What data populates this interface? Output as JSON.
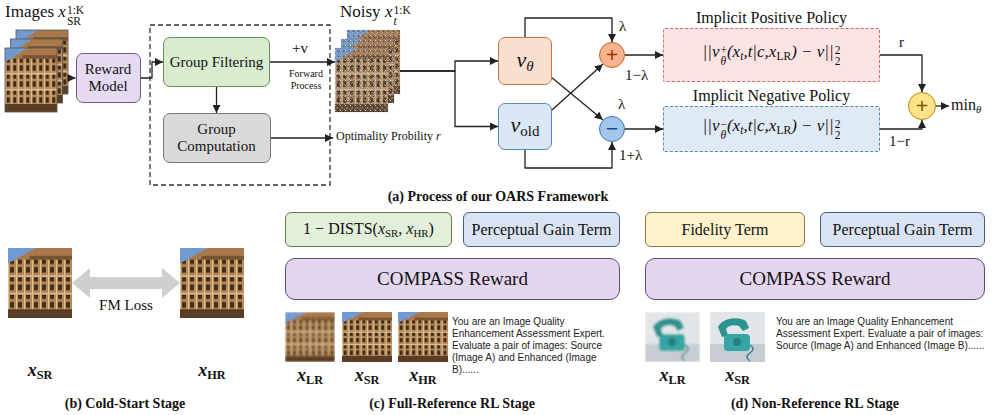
{
  "diagram": {
    "nodes": [
      {
        "text": [
          "Images",
          "x",
          "1:K",
          "SR"
        ]
      },
      {
        "text": [
          "Reward Model"
        ]
      },
      {
        "text": [
          "Group Filtering"
        ]
      },
      {
        "text": [
          "Group Computation"
        ]
      },
      {
        "text": [
          "Noisy",
          "x",
          "1:K",
          "t"
        ]
      },
      {
        "text": [
          "v",
          "θ"
        ]
      },
      {
        "text": [
          "v",
          "old"
        ]
      },
      {
        "text": [
          "+"
        ]
      },
      {
        "text": [
          "−"
        ]
      },
      {
        "text": [
          "Implicit Positive Policy",
          "||v",
          "+",
          "θ",
          "(x",
          "t",
          ",t|c,x",
          "LR",
          ") − v||",
          "2",
          "2"
        ]
      },
      {
        "text": [
          "Implicit Negative Policy",
          "||v",
          "−",
          "θ",
          "(x",
          "t",
          ",t|c,x",
          "LR",
          ") − v||",
          "2",
          "2"
        ]
      },
      {
        "text": [
          "+"
        ]
      },
      {
        "text": [
          "x",
          "SR"
        ]
      },
      {
        "text": [
          "x",
          "HR"
        ]
      },
      {
        "text": [
          "1 − DISTS(",
          "x",
          "SR",
          ", ",
          "x",
          "HR",
          ")"
        ]
      },
      {
        "text": [
          "Perceptual Gain Term"
        ]
      },
      {
        "text": [
          "COMPASS Reward"
        ]
      },
      {
        "text": [
          "x",
          "LR"
        ]
      },
      {
        "text": [
          "x",
          "SR"
        ]
      },
      {
        "text": [
          "x",
          "HR"
        ]
      },
      {
        "text": [
          "Fidelity Term"
        ]
      },
      {
        "text": [
          "Perceptual Gain Term"
        ]
      },
      {
        "text": [
          "COMPASS Reward"
        ]
      },
      {
        "text": [
          "x",
          "LR"
        ]
      },
      {
        "text": [
          "x",
          "SR"
        ]
      }
    ],
    "edges": [
      {
        "from": 0,
        "to": 1,
        "arrow": "to"
      },
      {
        "from": 1,
        "to": 2,
        "arrow": "to"
      },
      {
        "from": 2,
        "to": 3,
        "arrow": "to"
      },
      {
        "from": 2,
        "to": 4,
        "arrow": "to",
        "label": "+v"
      },
      {
        "from": 4,
        "to": 5,
        "arrow": "to"
      },
      {
        "from": 4,
        "to": 6,
        "arrow": "to"
      },
      {
        "from": 5,
        "to": 7,
        "arrow": "to",
        "label": "λ"
      },
      {
        "from": 6,
        "to": 7,
        "arrow": "to",
        "label": "1−λ"
      },
      {
        "from": 5,
        "to": 8,
        "arrow": "to",
        "label": "λ"
      },
      {
        "from": 6,
        "to": 8,
        "arrow": "to",
        "label": "1+λ"
      },
      {
        "from": 7,
        "to": 9,
        "arrow": "to"
      },
      {
        "from": 8,
        "to": 10,
        "arrow": "to"
      },
      {
        "from": 9,
        "to": 11,
        "arrow": "to",
        "label": "r"
      },
      {
        "from": 10,
        "to": 11,
        "arrow": "to",
        "label": "1−r"
      },
      {
        "from": 12,
        "to": 13,
        "arrow": "both",
        "label": "FM Loss"
      }
    ],
    "labels": [
      "Forward Process",
      "Optimality Probility",
      "r",
      "min",
      "θ",
      "(a) Process of our OARS Framework",
      "(b) Cold-Start Stage",
      "You are an Image Quality Enhancement Assessment Expert. Evaluate a pair of images: Source (Image A) and Enhanced (Image B)......",
      "(c) Full-Reference RL Stage",
      "You are an Image Quality Enhancement Assessment Expert. Evaluate a pair of images: Source (Image A) and Enhanced (Image B)......",
      "(d) Non-Reference RL Stage"
    ]
  }
}
